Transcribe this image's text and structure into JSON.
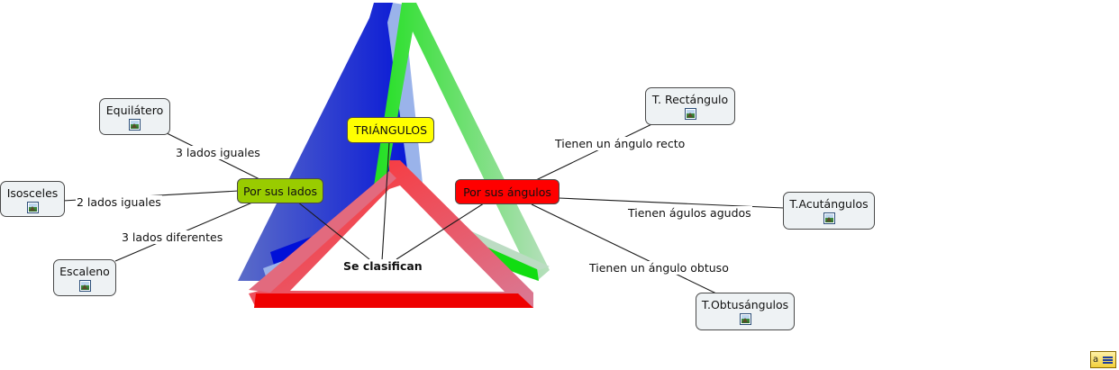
{
  "concept_map": {
    "root": {
      "label": "TRIÁNGULOS",
      "color": "#ffff00"
    },
    "by_sides": {
      "label": "Por sus lados",
      "color": "#99cc00"
    },
    "by_angles": {
      "label": "Por sus ángulos",
      "color": "#ff0000"
    },
    "classified": {
      "label": "Se clasifican"
    },
    "leaves": {
      "equilatero": "Equilátero",
      "isosceles": "Isosceles",
      "escaleno": "Escaleno",
      "rectangulo": "T. Rectángulo",
      "acutangulo": "T.Acutángulos",
      "obtusangulo": "T.Obtusángulos"
    },
    "linking_phrases": {
      "tres_iguales": "3 lados iguales",
      "dos_iguales": "2 lados iguales",
      "tres_diferentes": "3 lados diferentes",
      "angulo_recto": "Tienen un ángulo recto",
      "agulos_agudos": "Tienen águlos agudos",
      "angulo_obtuso": "Tienen un ángulo obtuso"
    },
    "leaf_icon": "image-thumbnail-icon",
    "background_art": "penrose-triangle",
    "art_colors": {
      "blue": "#0000dd",
      "green": "#11dd11",
      "red": "#ee0000"
    }
  },
  "app": {
    "corner_icon": "text-annotation-icon",
    "corner_text": "a"
  }
}
